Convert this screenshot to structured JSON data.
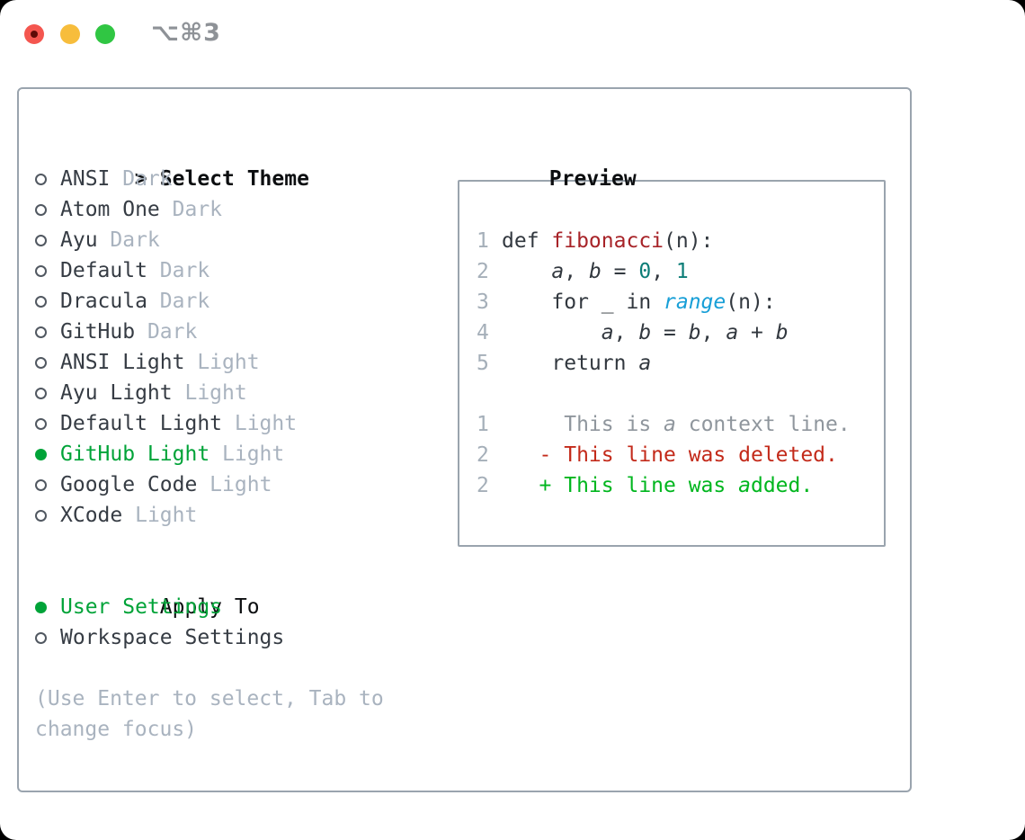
{
  "window": {
    "title_shortcut": "⌥⌘3",
    "traffic_lights": [
      "close",
      "minimize",
      "zoom"
    ]
  },
  "theme_selector": {
    "header_indicator": ">",
    "header": "Select Theme",
    "themes": [
      {
        "name": "ANSI",
        "tag": "Dark",
        "selected": false
      },
      {
        "name": "Atom One",
        "tag": "Dark",
        "selected": false
      },
      {
        "name": "Ayu",
        "tag": "Dark",
        "selected": false
      },
      {
        "name": "Default",
        "tag": "Dark",
        "selected": false
      },
      {
        "name": "Dracula",
        "tag": "Dark",
        "selected": false
      },
      {
        "name": "GitHub",
        "tag": "Dark",
        "selected": false
      },
      {
        "name": "ANSI Light",
        "tag": "Light",
        "selected": false
      },
      {
        "name": "Ayu Light",
        "tag": "Light",
        "selected": false
      },
      {
        "name": "Default Light",
        "tag": "Light",
        "selected": false
      },
      {
        "name": "GitHub Light",
        "tag": "Light",
        "selected": true
      },
      {
        "name": "Google Code",
        "tag": "Light",
        "selected": false
      },
      {
        "name": "XCode",
        "tag": "Light",
        "selected": false
      }
    ],
    "apply_to": {
      "header": "Apply To",
      "options": [
        {
          "name": "User Settings",
          "selected": true
        },
        {
          "name": "Workspace Settings",
          "selected": false
        }
      ]
    },
    "help_text": "(Use Enter to select, Tab to change focus)"
  },
  "preview": {
    "header": "Preview",
    "lines": [
      {
        "num": "1",
        "tokens": [
          {
            "t": "def ",
            "s": "code"
          },
          {
            "t": "fibonacci",
            "s": "func"
          },
          {
            "t": "(n):",
            "s": "code"
          }
        ]
      },
      {
        "num": "2",
        "tokens": [
          {
            "t": "    ",
            "s": "code"
          },
          {
            "t": "a",
            "s": "var"
          },
          {
            "t": ", ",
            "s": "code"
          },
          {
            "t": "b",
            "s": "var"
          },
          {
            "t": " = ",
            "s": "code"
          },
          {
            "t": "0",
            "s": "num"
          },
          {
            "t": ", ",
            "s": "code"
          },
          {
            "t": "1",
            "s": "num"
          }
        ]
      },
      {
        "num": "3",
        "tokens": [
          {
            "t": "    for _ in ",
            "s": "code"
          },
          {
            "t": "range",
            "s": "call"
          },
          {
            "t": "(n):",
            "s": "code"
          }
        ]
      },
      {
        "num": "4",
        "tokens": [
          {
            "t": "        ",
            "s": "code"
          },
          {
            "t": "a",
            "s": "var"
          },
          {
            "t": ", ",
            "s": "code"
          },
          {
            "t": "b",
            "s": "var"
          },
          {
            "t": " = ",
            "s": "code"
          },
          {
            "t": "b",
            "s": "var"
          },
          {
            "t": ", ",
            "s": "code"
          },
          {
            "t": "a",
            "s": "var"
          },
          {
            "t": " + ",
            "s": "code"
          },
          {
            "t": "b",
            "s": "var"
          }
        ]
      },
      {
        "num": "5",
        "tokens": [
          {
            "t": "    return ",
            "s": "code"
          },
          {
            "t": "a",
            "s": "var"
          }
        ]
      },
      {
        "num": "",
        "tokens": []
      },
      {
        "num": "1",
        "tokens": [
          {
            "t": "     This is ",
            "s": "ctx"
          },
          {
            "t": "a",
            "s": "ctx_var"
          },
          {
            "t": " context line.",
            "s": "ctx"
          }
        ]
      },
      {
        "num": "2",
        "tokens": [
          {
            "t": "   - This line was deleted.",
            "s": "del"
          }
        ]
      },
      {
        "num": "2",
        "tokens": [
          {
            "t": "   + This line was ",
            "s": "add"
          },
          {
            "t": "a",
            "s": "add_var"
          },
          {
            "t": "dded.",
            "s": "add"
          }
        ]
      }
    ]
  },
  "colors": {
    "selected_green": "#00a338",
    "added_green": "#00b61e",
    "deleted_red": "#c32a1a",
    "function_red": "#a72328",
    "number_teal": "#0c7d77",
    "call_blue": "#189fd7",
    "code_dark": "#32383f",
    "context_gray": "#8f969d",
    "muted_gray": "#a9b3bf",
    "line_number_gray": "#a5afb9",
    "header_black": "#0c0e10",
    "item_dark": "#363c44",
    "border_gray": "#9aa4ae",
    "radio_outline_gray": "#515861",
    "traffic_red": "#f4564f",
    "traffic_yellow": "#f7bd3c",
    "traffic_green": "#30c643",
    "title_gray": "#8e9297"
  }
}
